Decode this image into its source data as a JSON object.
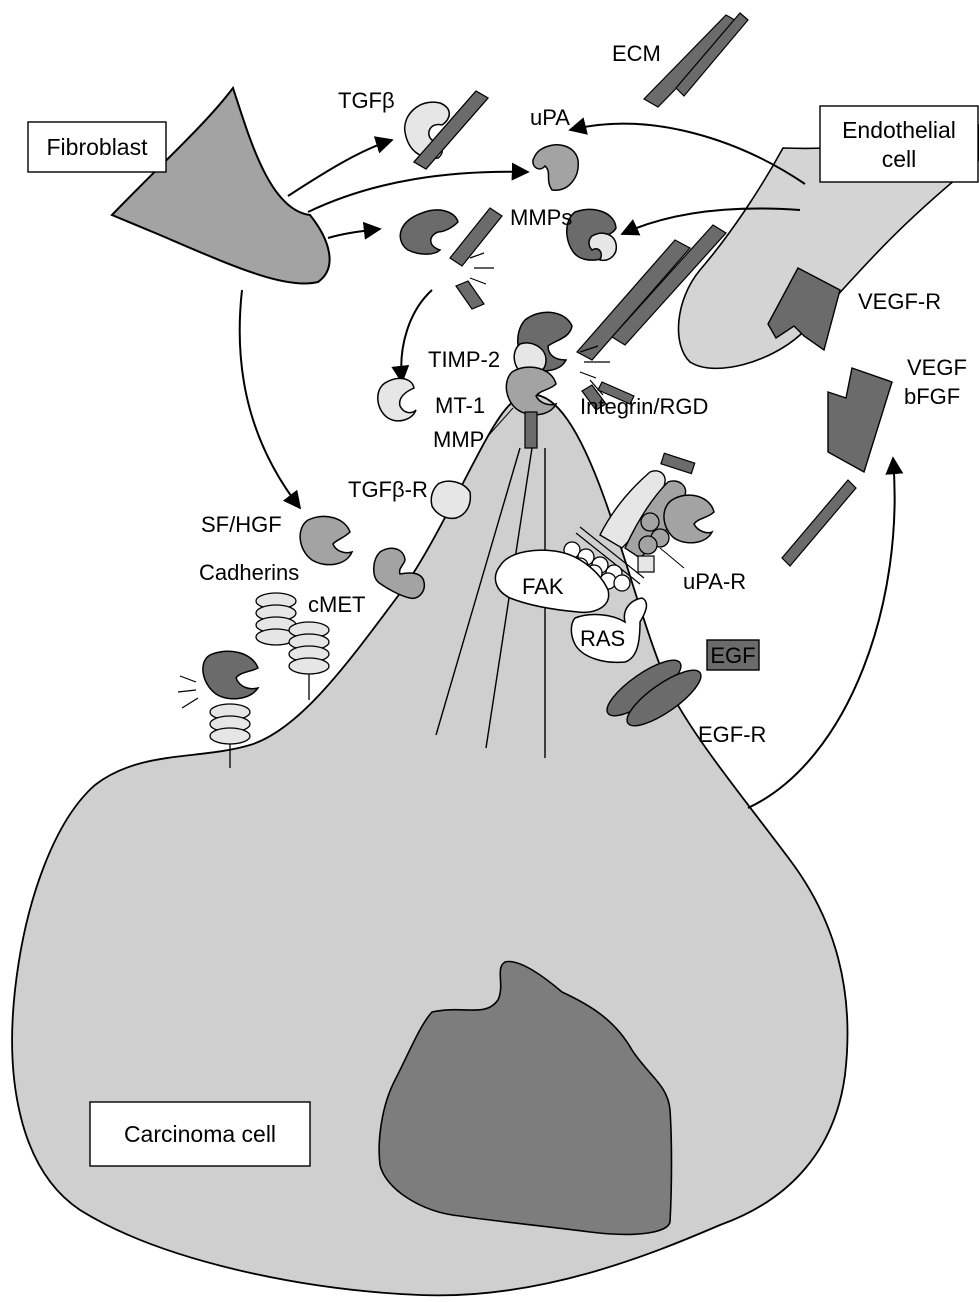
{
  "colors": {
    "cell_fill": "#cfcfcf",
    "endothelial_fill": "#d4d4d4",
    "dark_fill": "#6b6b6b",
    "medium_fill": "#a3a3a3",
    "light_fill": "#e6e6e6",
    "nucleus_fill": "#7d7d7d",
    "stroke": "#000000"
  },
  "boxes": {
    "fibroblast": "Fibroblast",
    "endothelial_line1": "Endothelial",
    "endothelial_line2": "cell",
    "carcinoma": "Carcinoma cell"
  },
  "labels": {
    "ecm": "ECM",
    "tgfb": "TGFβ",
    "upa": "uPA",
    "mmps": "MMPs",
    "timp2": "TIMP-2",
    "mt1": "MT-1",
    "mmp": "MMP",
    "integrin": "Integrin/RGD",
    "vegfr": "VEGF-R",
    "vegf": "VEGF",
    "bfgf": "bFGF",
    "tgfbr": "TGFβ-R",
    "sfhgf": "SF/HGF",
    "cadherins": "Cadherins",
    "cmet": "cMET",
    "fak": "FAK",
    "upar": "uPA-R",
    "ras": "RAS",
    "egf": "EGF",
    "egfr": "EGF-R"
  }
}
